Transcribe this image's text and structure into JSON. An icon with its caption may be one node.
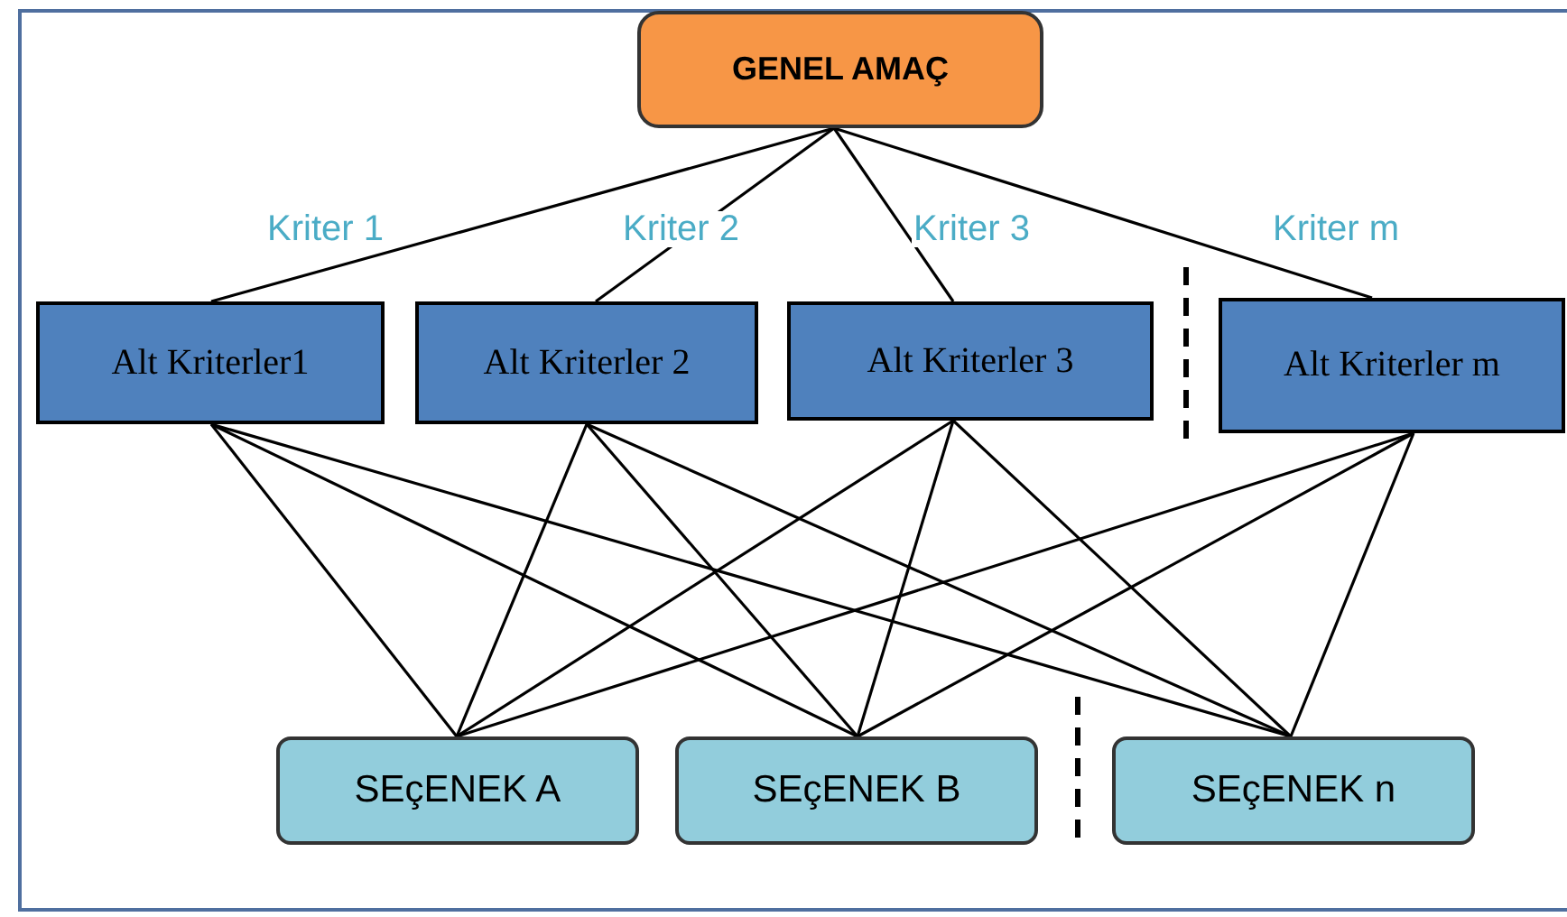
{
  "diagram": {
    "nodes": [
      {
        "text": [
          "GENEL AMAÇ"
        ]
      },
      {
        "text": [
          "Alt Kriterler1"
        ]
      },
      {
        "text": [
          "Alt Kriterler 2"
        ]
      },
      {
        "text": [
          "Alt Kriterler 3"
        ]
      },
      {
        "text": [
          "Alt Kriterler m"
        ]
      },
      {
        "text": [
          "SEçENEK A"
        ]
      },
      {
        "text": [
          "SEçENEK B"
        ]
      },
      {
        "text": [
          "SEçENEK n"
        ]
      }
    ],
    "edges": [
      {
        "from": 0,
        "to": 1,
        "arrow": "none",
        "label": "Kriter 1"
      },
      {
        "from": 0,
        "to": 2,
        "arrow": "none",
        "label": "Kriter 2"
      },
      {
        "from": 0,
        "to": 3,
        "arrow": "none",
        "label": "Kriter 3"
      },
      {
        "from": 0,
        "to": 4,
        "arrow": "none",
        "label": "Kriter m"
      },
      {
        "from": 1,
        "to": 5,
        "arrow": "none"
      },
      {
        "from": 1,
        "to": 6,
        "arrow": "none"
      },
      {
        "from": 1,
        "to": 7,
        "arrow": "none"
      },
      {
        "from": 2,
        "to": 5,
        "arrow": "none"
      },
      {
        "from": 2,
        "to": 6,
        "arrow": "none"
      },
      {
        "from": 2,
        "to": 7,
        "arrow": "none"
      },
      {
        "from": 3,
        "to": 5,
        "arrow": "none"
      },
      {
        "from": 3,
        "to": 6,
        "arrow": "none"
      },
      {
        "from": 3,
        "to": 7,
        "arrow": "none"
      },
      {
        "from": 4,
        "to": 5,
        "arrow": "none"
      },
      {
        "from": 4,
        "to": 6,
        "arrow": "none"
      },
      {
        "from": 4,
        "to": 7,
        "arrow": "none"
      }
    ]
  }
}
